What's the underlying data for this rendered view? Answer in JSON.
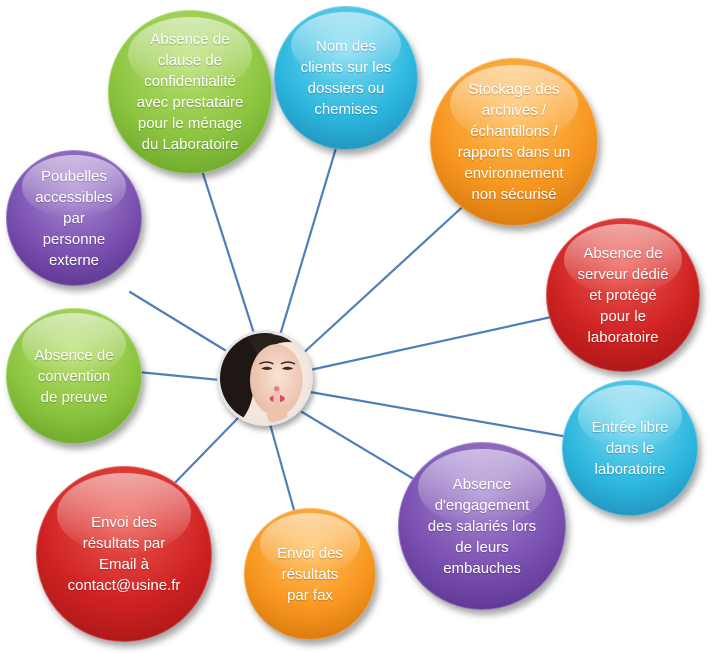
{
  "diagram": {
    "nodes": [
      {
        "id": "cleaning",
        "color": "green",
        "lines": [
          "Absence de",
          "clause de",
          "confidentialité",
          "avec prestataire",
          "pour le ménage",
          "du Laboratoire"
        ]
      },
      {
        "id": "client-names",
        "color": "cyan",
        "lines": [
          "Nom des",
          "clients sur les",
          "dossiers ou",
          "chemises"
        ]
      },
      {
        "id": "archives",
        "color": "orange",
        "lines": [
          "Stockage des",
          "archives /",
          "échantillons /",
          "rapports dans un",
          "environnement",
          "non sécurisé"
        ]
      },
      {
        "id": "server",
        "color": "red",
        "lines": [
          "Absence de",
          "serveur dédié",
          "et protégé",
          "pour le",
          "laboratoire"
        ]
      },
      {
        "id": "entry",
        "color": "cyan",
        "lines": [
          "Entrée libre",
          "dans le",
          "laboratoire"
        ]
      },
      {
        "id": "commitment",
        "color": "purple",
        "lines": [
          "Absence",
          "d'engagement",
          "des salariés lors",
          "de leurs",
          "embauches"
        ]
      },
      {
        "id": "fax",
        "color": "orange",
        "lines": [
          "Envoi des",
          "résultats",
          "par fax"
        ]
      },
      {
        "id": "email",
        "color": "red",
        "lines": [
          "Envoi des",
          "résultats par",
          "Email à",
          "contact@usine.fr"
        ]
      },
      {
        "id": "proof",
        "color": "green",
        "lines": [
          "Absence de",
          "convention",
          "de preuve"
        ]
      },
      {
        "id": "bins",
        "color": "purple",
        "lines": [
          "Poubelles",
          "accessibles",
          "par",
          "personne",
          "externe"
        ]
      }
    ],
    "colors": {
      "connector": "#4f7fb8",
      "green": "#8cc540",
      "cyan": "#2db7de",
      "orange": "#f7961f",
      "red": "#cf2222",
      "purple": "#7a4fb0"
    },
    "center_image": "woman-shh-portrait"
  }
}
